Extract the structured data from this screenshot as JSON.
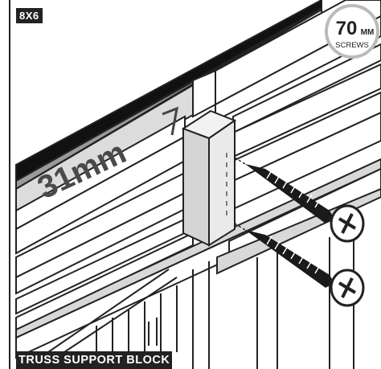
{
  "size_label": "8X6",
  "measurement": "31mm",
  "screws": {
    "length": "70",
    "unit": "MM",
    "type": "SCREWS"
  },
  "caption": "TRUSS SUPPORT BLOCK",
  "colors": {
    "ink": "#222222",
    "timber": "#ffffff",
    "timber_shade": "#d8d8d8",
    "block_front": "#d4d4d4",
    "block_side": "#ececec",
    "screw": "#1a1a1a"
  }
}
